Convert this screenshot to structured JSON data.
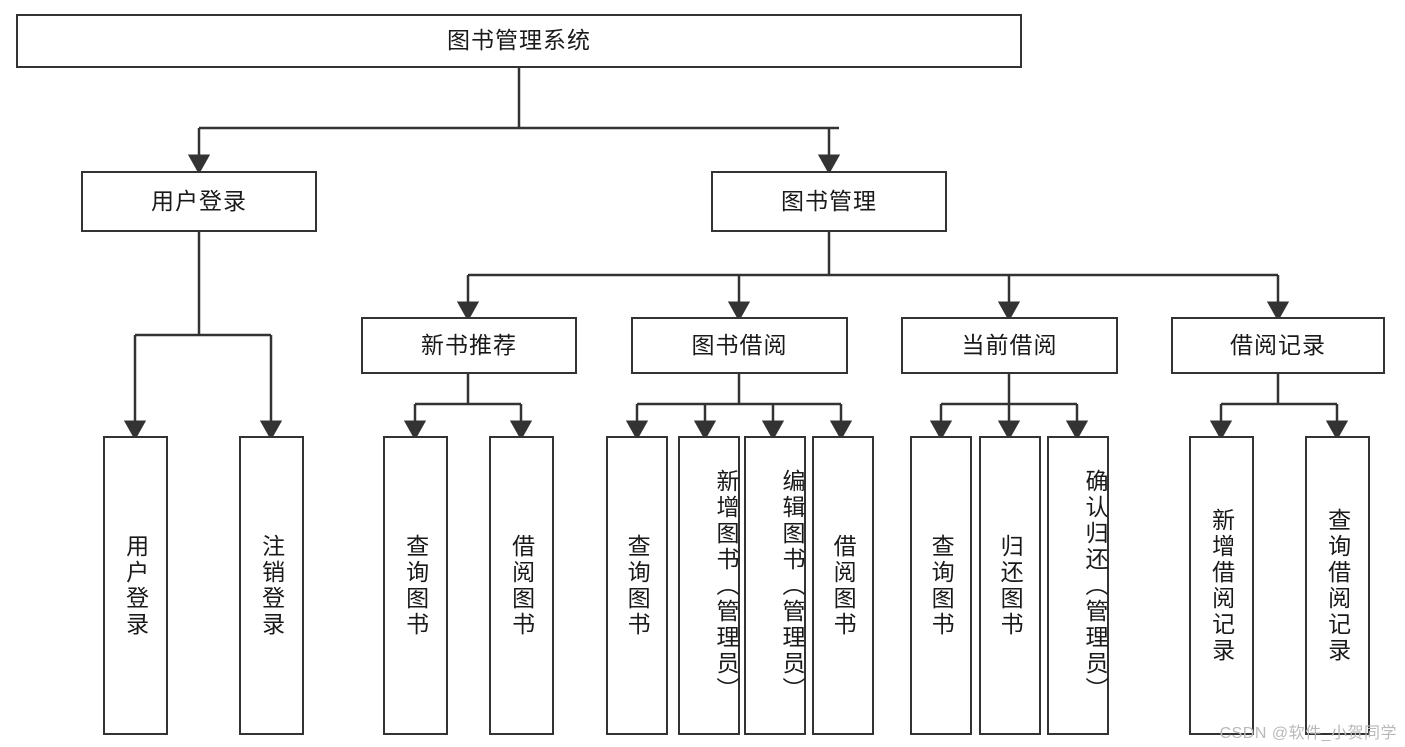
{
  "diagram": {
    "title": "图书管理系统",
    "type": "functional-structure-tree",
    "stroke_color": "#333333",
    "fill_color": "#ffffff",
    "text_color": "#1a1a1a"
  },
  "root": {
    "label": "图书管理系统"
  },
  "level2": [
    {
      "label": "用户登录"
    },
    {
      "label": "图书管理"
    }
  ],
  "level3": [
    {
      "label": "新书推荐"
    },
    {
      "label": "图书借阅"
    },
    {
      "label": "当前借阅"
    },
    {
      "label": "借阅记录"
    }
  ],
  "leaves": {
    "user_login": [
      {
        "label": "用户登录"
      },
      {
        "label": "注销登录"
      }
    ],
    "new_book": [
      {
        "label": "查询图书"
      },
      {
        "label": "借阅图书"
      }
    ],
    "book_borrow": [
      {
        "label": "查询图书"
      },
      {
        "label": "新增图书（管理员）"
      },
      {
        "label": "编辑图书（管理员）"
      },
      {
        "label": "借阅图书"
      }
    ],
    "current_borrow": [
      {
        "label": "查询图书"
      },
      {
        "label": "归还图书"
      },
      {
        "label": "确认归还（管理员）"
      }
    ],
    "borrow_record": [
      {
        "label": "新增借阅记录"
      },
      {
        "label": "查询借阅记录"
      }
    ]
  },
  "watermark": {
    "text": "CSDN @软件_小贺同学"
  }
}
